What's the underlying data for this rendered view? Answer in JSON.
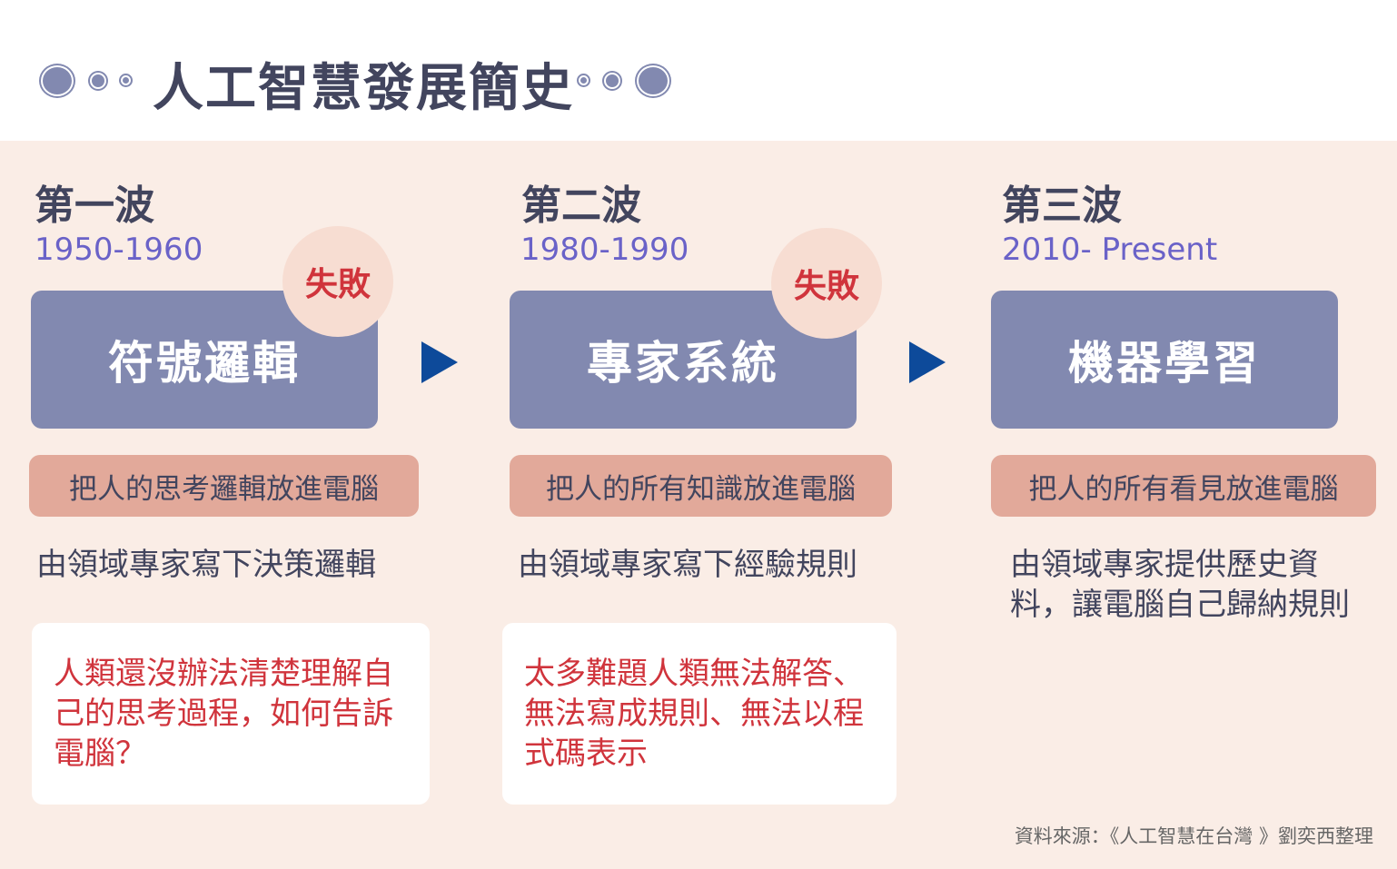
{
  "header": {
    "title": "人工智慧發展簡史"
  },
  "waves": [
    {
      "label": "第一波",
      "years": "1950-1960",
      "name": "符號邏輯",
      "badge": "失敗",
      "summary": "把人的思考邏輯放進電腦",
      "method": "由領域專家寫下決策邏輯",
      "problem": "人類還沒辦法清楚理解自己的思考過程，如何告訴電腦？"
    },
    {
      "label": "第二波",
      "years": "1980-1990",
      "name": "專家系統",
      "badge": "失敗",
      "summary": "把人的所有知識放進電腦",
      "method": "由領域專家寫下經驗規則",
      "problem": "太多難題人類無法解答、無法寫成規則、無法以程式碼表示"
    },
    {
      "label": "第三波",
      "years": "2010- Present",
      "name": "機器學習",
      "summary": "把人的所有看見放進電腦",
      "method": "由領域專家提供歷史資料，讓電腦自己歸納規則"
    }
  ],
  "source": "資料來源：《人工智慧在台灣 》劉奕西整理",
  "colors": {
    "accent": "#6a62c8",
    "box": "#8289b0",
    "pill": "#e2a99a",
    "fail": "#d0343c",
    "arrow": "#0d4a9a",
    "background": "#faede6"
  }
}
